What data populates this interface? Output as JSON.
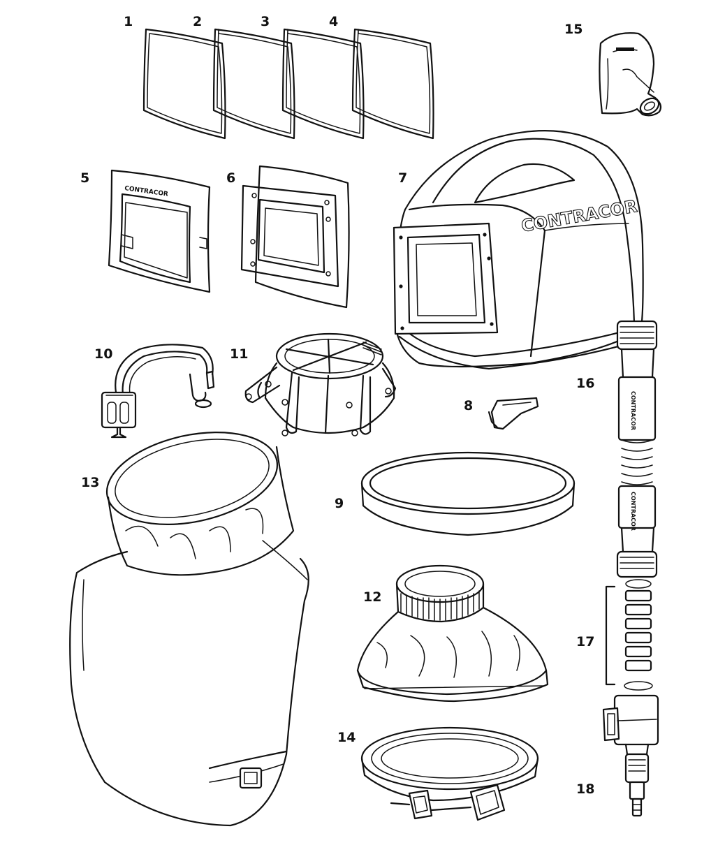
{
  "diagram": {
    "brand": "CONTRACOR",
    "labels": [
      "1",
      "2",
      "3",
      "4",
      "5",
      "6",
      "7",
      "8",
      "9",
      "10",
      "11",
      "12",
      "13",
      "14",
      "15",
      "16",
      "17",
      "18"
    ]
  }
}
